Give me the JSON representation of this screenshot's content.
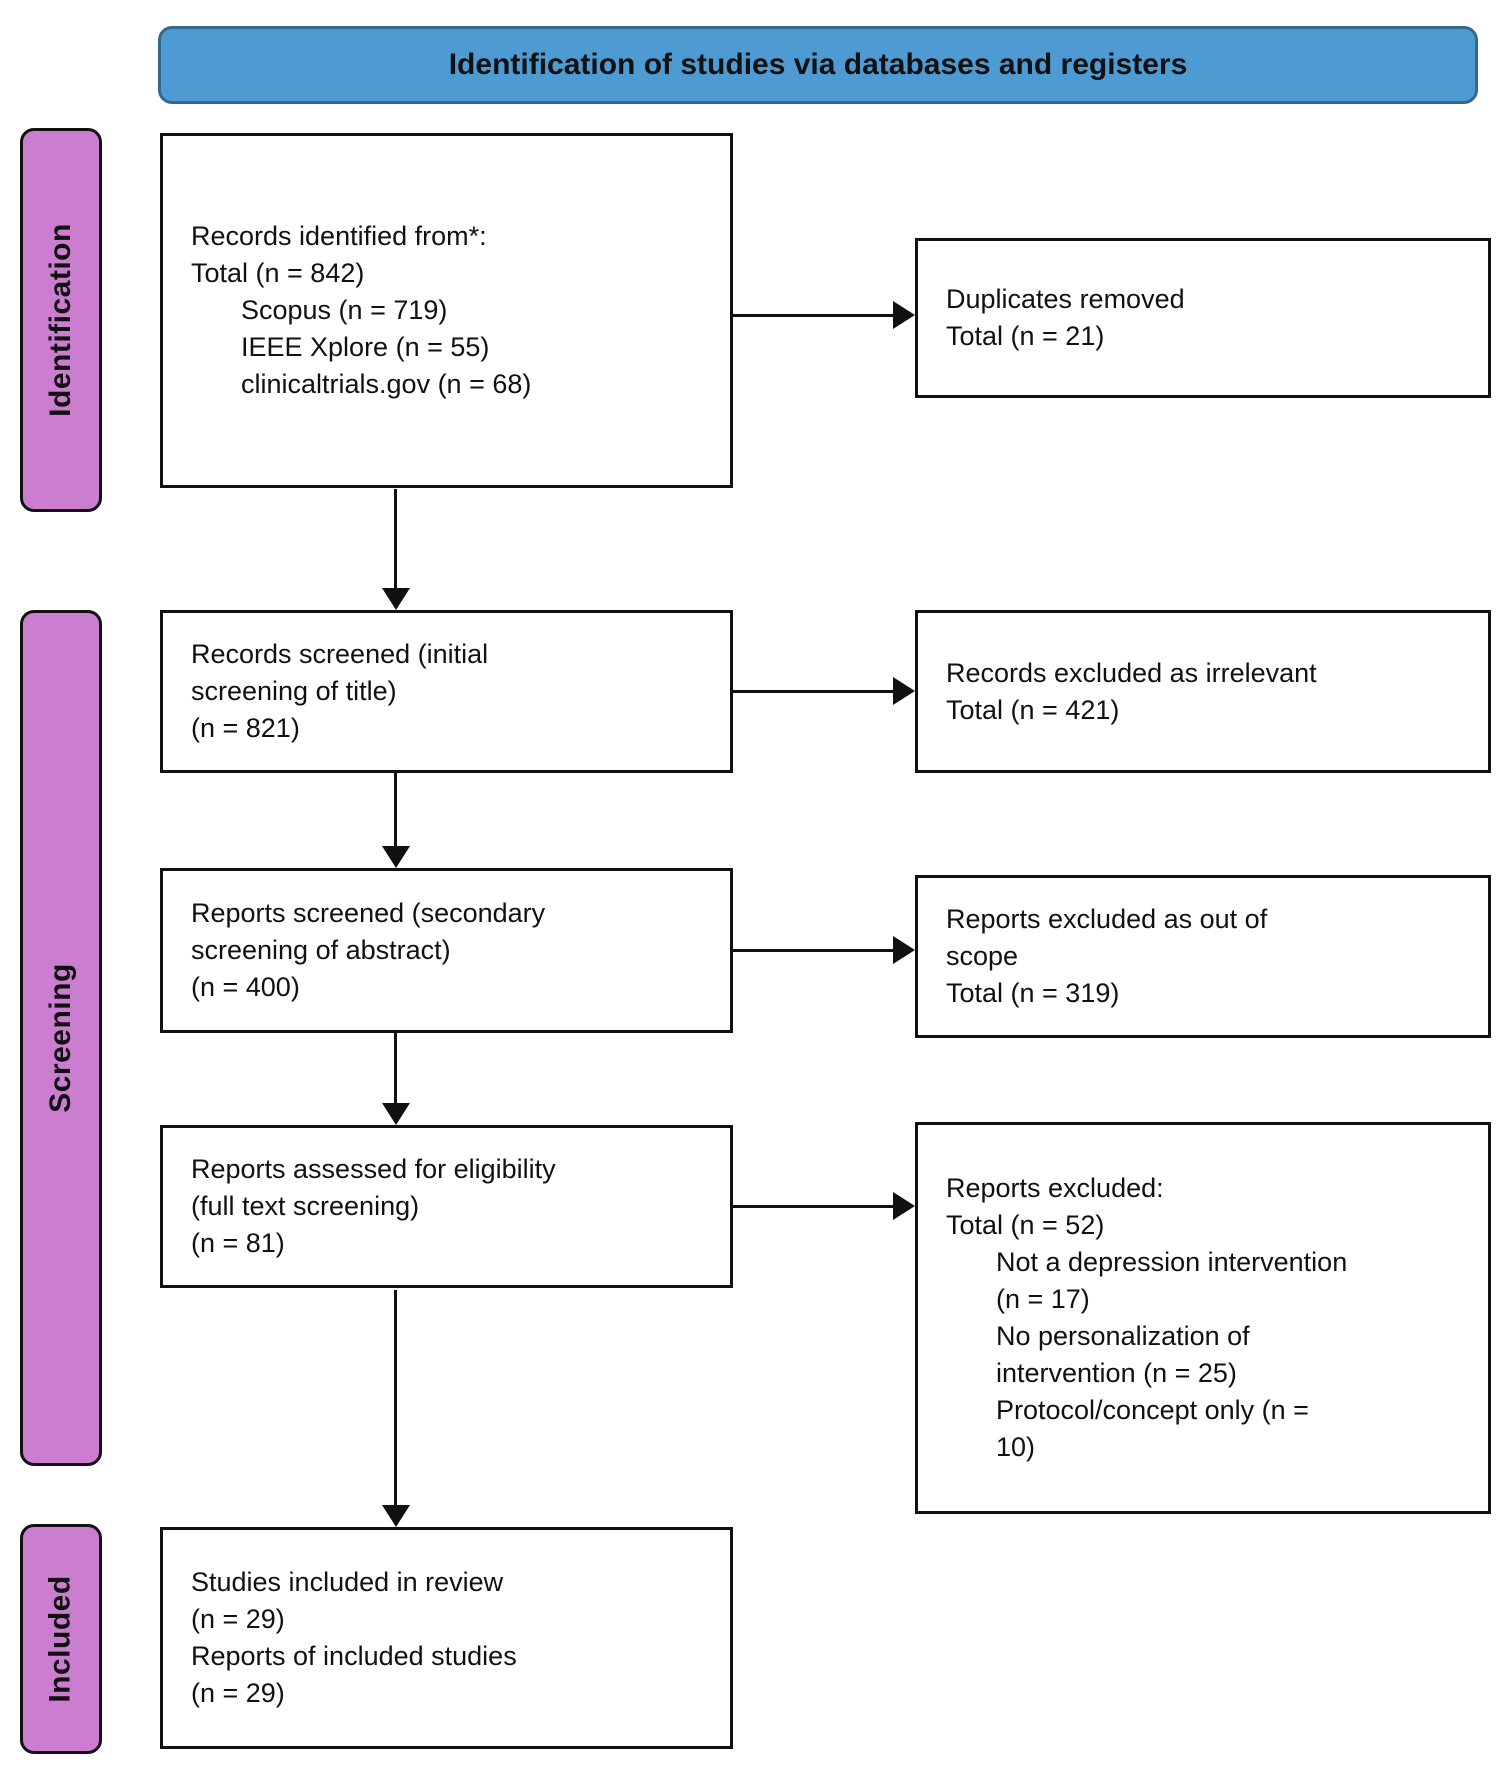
{
  "title": "Identification of studies via databases and registers",
  "stages": {
    "identification": "Identification",
    "screening": "Screening",
    "included": "Included"
  },
  "boxes": {
    "records_identified": {
      "lines": [
        {
          "text": "Records identified from*:",
          "indent": 0
        },
        {
          "text": "Total (n = 842)",
          "indent": 0
        },
        {
          "text": "Scopus (n = 719)",
          "indent": 1
        },
        {
          "text": "IEEE Xplore (n = 55)",
          "indent": 1
        },
        {
          "text": "clinicaltrials.gov (n = 68)",
          "indent": 1
        }
      ]
    },
    "duplicates_removed": {
      "lines": [
        {
          "text": "Duplicates removed",
          "indent": 0
        },
        {
          "text": "Total (n = 21)",
          "indent": 0
        }
      ]
    },
    "records_screened": {
      "lines": [
        {
          "text": "Records screened (initial",
          "indent": 0
        },
        {
          "text": "screening of title)",
          "indent": 0
        },
        {
          "text": "(n = 821)",
          "indent": 0
        }
      ]
    },
    "records_excluded": {
      "lines": [
        {
          "text": "Records excluded as irrelevant",
          "indent": 0
        },
        {
          "text": "Total (n = 421)",
          "indent": 0
        }
      ]
    },
    "reports_screened": {
      "lines": [
        {
          "text": "Reports screened (secondary",
          "indent": 0
        },
        {
          "text": "screening of abstract)",
          "indent": 0
        },
        {
          "text": "(n = 400)",
          "indent": 0
        }
      ]
    },
    "reports_out_of_scope": {
      "lines": [
        {
          "text": "Reports excluded as out of",
          "indent": 0
        },
        {
          "text": "scope",
          "indent": 0
        },
        {
          "text": "Total (n = 319)",
          "indent": 0
        }
      ]
    },
    "reports_assessed": {
      "lines": [
        {
          "text": "Reports assessed for eligibility",
          "indent": 0
        },
        {
          "text": "(full text screening)",
          "indent": 0
        },
        {
          "text": "(n = 81)",
          "indent": 0
        }
      ]
    },
    "reports_excluded": {
      "lines": [
        {
          "text": "Reports excluded:",
          "indent": 0
        },
        {
          "text": "Total (n = 52)",
          "indent": 0
        },
        {
          "text": "Not a depression intervention",
          "indent": 1
        },
        {
          "text": "(n = 17)",
          "indent": 1
        },
        {
          "text": "No personalization of",
          "indent": 1
        },
        {
          "text": "intervention (n = 25)",
          "indent": 1
        },
        {
          "text": "Protocol/concept only (n =",
          "indent": 1
        },
        {
          "text": "10)",
          "indent": 1
        }
      ]
    },
    "studies_included": {
      "lines": [
        {
          "text": "Studies included in review",
          "indent": 0
        },
        {
          "text": "(n = 29)",
          "indent": 0
        },
        {
          "text": "Reports of included studies",
          "indent": 0
        },
        {
          "text": "(n = 29)",
          "indent": 0
        }
      ]
    }
  },
  "colors": {
    "header_fill": "#4E9BD4",
    "header_border": "#35688E",
    "stage_fill": "#CB7ECF",
    "line": "#111111"
  }
}
